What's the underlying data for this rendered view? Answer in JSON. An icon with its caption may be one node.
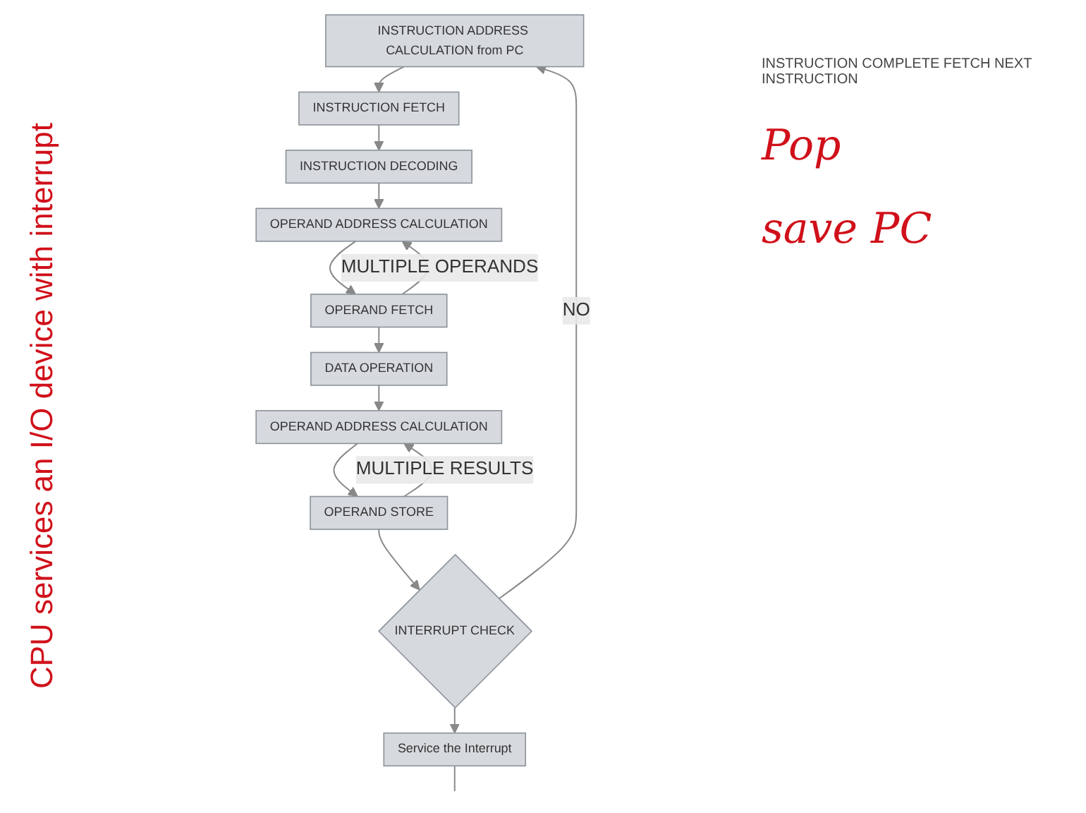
{
  "diagram": {
    "title": "CPU services an I/O device with interrupt",
    "nodes": [
      {
        "text": [
          "INSTRUCTION ADDRESS CALCULATION from PC"
        ]
      },
      {
        "text": [
          "INSTRUCTION FETCH"
        ]
      },
      {
        "text": [
          "INSTRUCTION DECODING"
        ]
      },
      {
        "text": [
          "OPERAND ADDRESS CALCULATION"
        ]
      },
      {
        "text": [
          "OPERAND FETCH"
        ]
      },
      {
        "text": [
          "DATA OPERATION"
        ]
      },
      {
        "text": [
          "OPERAND ADDRESS CALCULATION"
        ]
      },
      {
        "text": [
          "OPERAND STORE"
        ]
      },
      {
        "text": [
          "INTERRUPT CHECK"
        ]
      },
      {
        "text": [
          "Service the Interrupt"
        ]
      }
    ],
    "edges": [
      {
        "from": 0,
        "to": 1,
        "arrow": "to"
      },
      {
        "from": 1,
        "to": 2,
        "arrow": "to"
      },
      {
        "from": 2,
        "to": 3,
        "arrow": "to"
      },
      {
        "from": 3,
        "to": 4,
        "arrow": "to"
      },
      {
        "from": 4,
        "to": 3,
        "arrow": "to",
        "label": "MULTIPLE OPERANDS"
      },
      {
        "from": 4,
        "to": 5,
        "arrow": "to"
      },
      {
        "from": 5,
        "to": 6,
        "arrow": "to"
      },
      {
        "from": 6,
        "to": 7,
        "arrow": "to"
      },
      {
        "from": 7,
        "to": 6,
        "arrow": "to",
        "label": "MULTIPLE RESULTS"
      },
      {
        "from": 7,
        "to": 8,
        "arrow": "to"
      },
      {
        "from": 8,
        "to": 0,
        "arrow": "to",
        "label": "NO"
      },
      {
        "from": 8,
        "to": 9,
        "arrow": "to"
      },
      {
        "from": 9,
        "to": null,
        "arrow": "none"
      }
    ],
    "labels": [
      "INSTRUCTION COMPLETE FETCH NEXT INSTRUCTION",
      "Pop",
      "save PC"
    ]
  }
}
